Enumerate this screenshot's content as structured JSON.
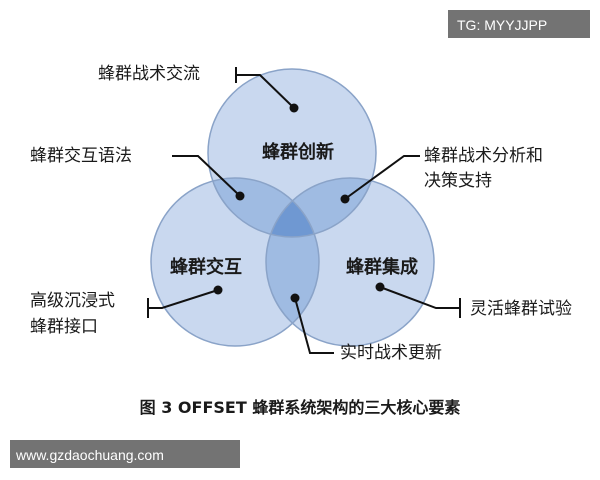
{
  "watermark_top": "TG: MYYJJPP",
  "watermark_bottom": "www.gzdaochuang.com",
  "circles": {
    "top": "蜂群创新",
    "left": "蜂群交互",
    "right": "蜂群集成"
  },
  "callouts": {
    "tactics_exchange": "蜂群战术交流",
    "interaction_grammar": "蜂群交互语法",
    "analysis_line1": "蜂群战术分析和",
    "analysis_line2": "决策支持",
    "immersive_line1": "高级沉浸式",
    "immersive_line2": "蜂群接口",
    "flexible_trials": "灵活蜂群试验",
    "realtime_update": "实时战术更新"
  },
  "caption": "图 3 OFFSET 蜂群系统架构的三大核心要素",
  "colors": {
    "circle_fill": "#c9d8ef",
    "circle_stroke": "#8aa3c8",
    "overlap_fill": "#8fb0dc",
    "center_fill": "#6f98d2",
    "watermark_bg": "#5a5a5a"
  }
}
